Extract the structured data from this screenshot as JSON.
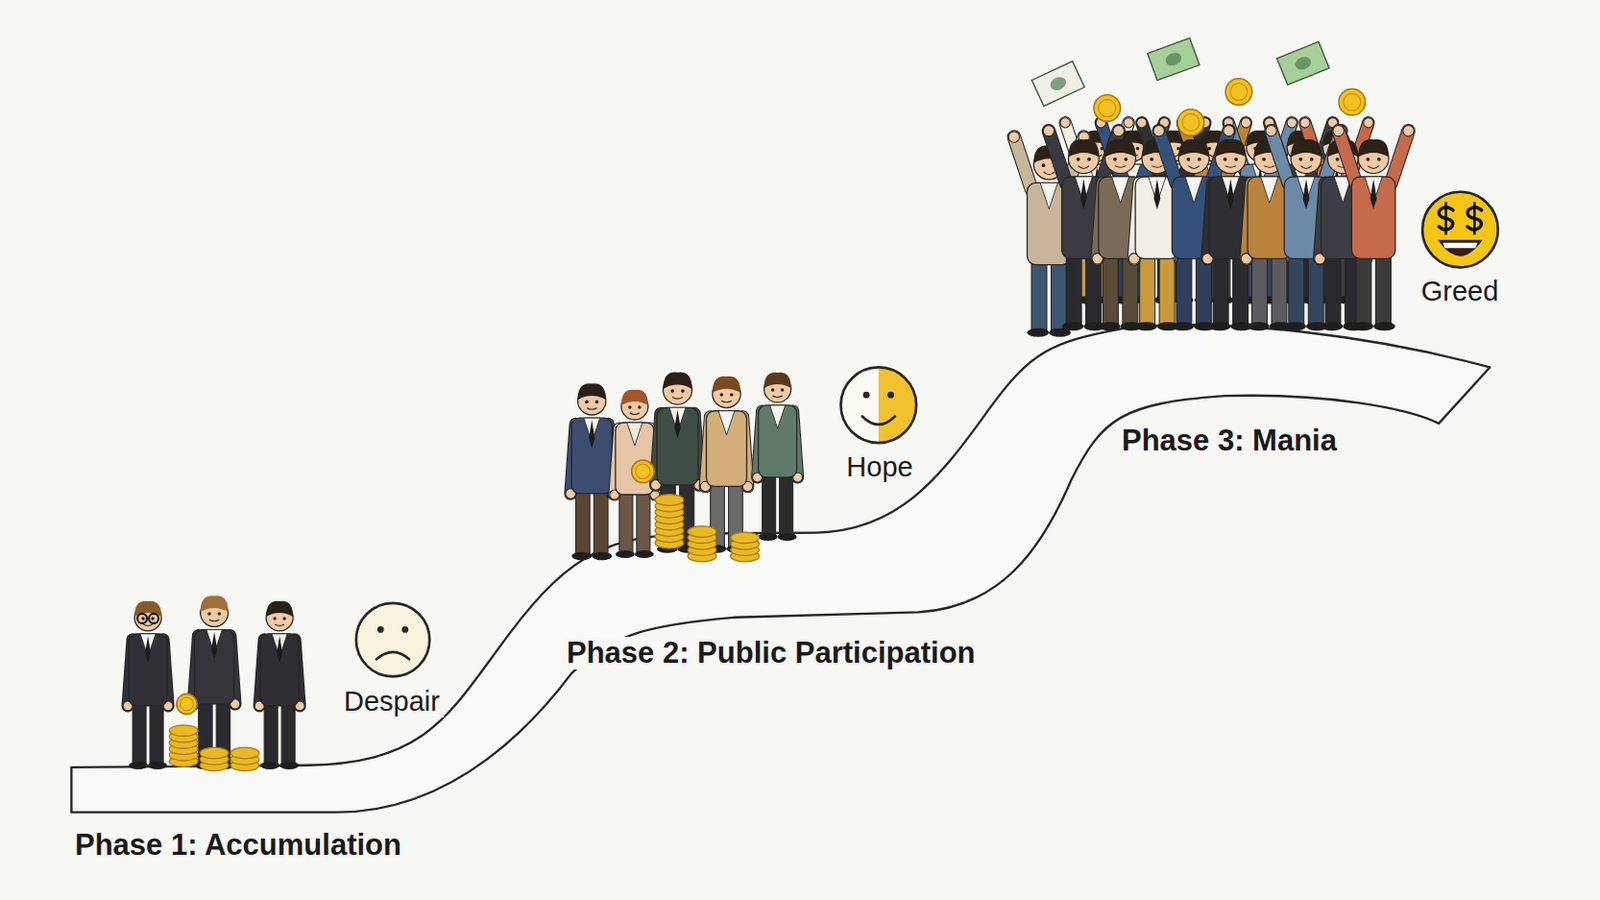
{
  "diagram": {
    "labels": [
      "Phase 1: Accumulation",
      "Despair",
      "Phase 2: Public Participation",
      "Hope",
      "Phase 3: Mania",
      "Greed"
    ]
  }
}
